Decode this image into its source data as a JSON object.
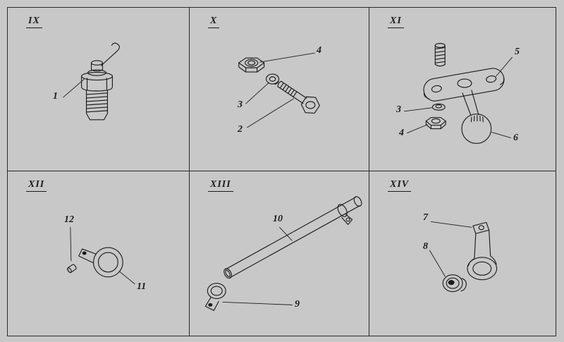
{
  "figure": {
    "type": "technical-parts-diagram",
    "background_color": "#c8c8c8",
    "line_color": "#1c1c1c"
  },
  "panels": {
    "p9": {
      "label": "IX",
      "callouts": {
        "c1": "1"
      }
    },
    "p10": {
      "label": "X",
      "callouts": {
        "c2": "2",
        "c3": "3",
        "c4": "4"
      }
    },
    "p11": {
      "label": "XI",
      "callouts": {
        "c3": "3",
        "c4": "4",
        "c5": "5",
        "c6": "6"
      }
    },
    "p12": {
      "label": "XII",
      "callouts": {
        "c11": "11",
        "c12": "12"
      }
    },
    "p13": {
      "label": "XIII",
      "callouts": {
        "c9": "9",
        "c10": "10"
      }
    },
    "p14": {
      "label": "XIV",
      "callouts": {
        "c7": "7",
        "c8": "8"
      }
    }
  }
}
